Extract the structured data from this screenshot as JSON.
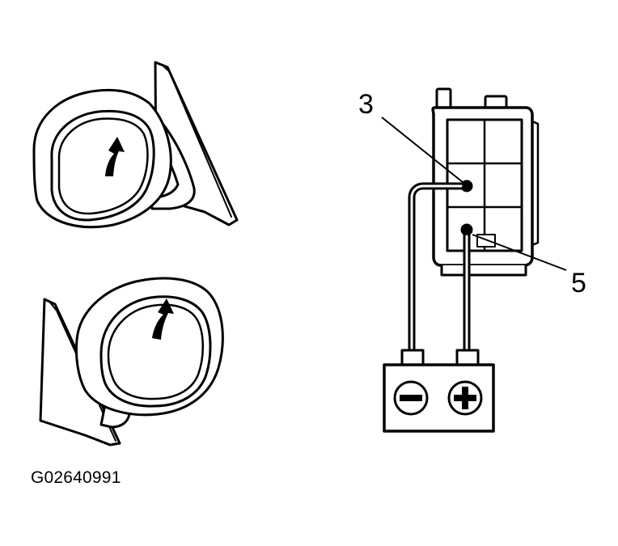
{
  "diagram": {
    "callouts": [
      {
        "id": "terminal-3",
        "text": "3"
      },
      {
        "id": "terminal-5",
        "text": "5"
      }
    ],
    "figure_code": "G02640991",
    "battery": {
      "negative_symbol": "−",
      "positive_symbol": "+"
    },
    "colors": {
      "ink": "#000000",
      "paper": "#ffffff"
    }
  }
}
